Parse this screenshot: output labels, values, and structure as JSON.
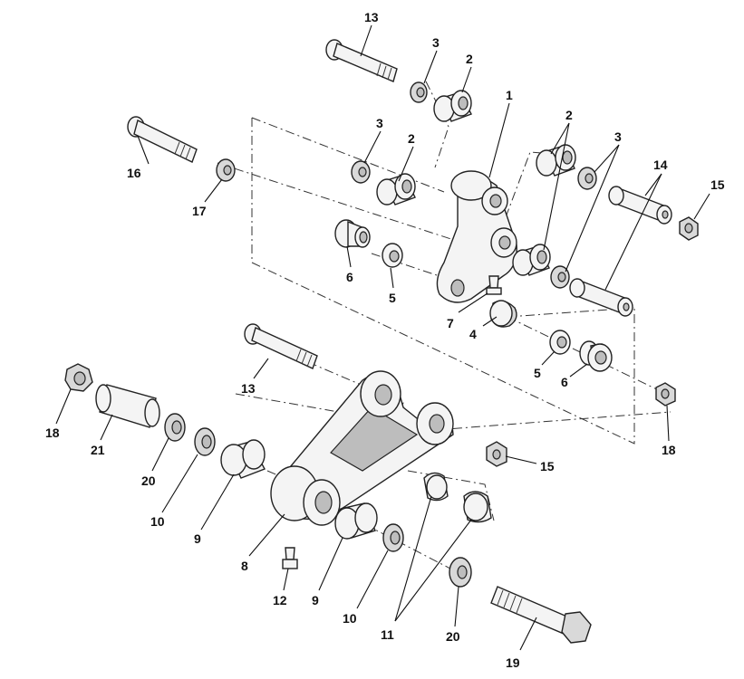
{
  "labels": {
    "l1": "1",
    "l2a": "2",
    "l2b": "2",
    "l2c": "2",
    "l3a": "3",
    "l3b": "3",
    "l3c": "3",
    "l4": "4",
    "l5a": "5",
    "l5b": "5",
    "l6a": "6",
    "l6b": "6",
    "l7": "7",
    "l8": "8",
    "l9a": "9",
    "l9b": "9",
    "l10a": "10",
    "l10b": "10",
    "l11": "11",
    "l12": "12",
    "l13a": "13",
    "l13b": "13",
    "l14": "14",
    "l15a": "15",
    "l15b": "15",
    "l16": "16",
    "l17": "17",
    "l18a": "18",
    "l18b": "18",
    "l19": "19",
    "l20a": "20",
    "l20b": "20",
    "l21": "21"
  }
}
